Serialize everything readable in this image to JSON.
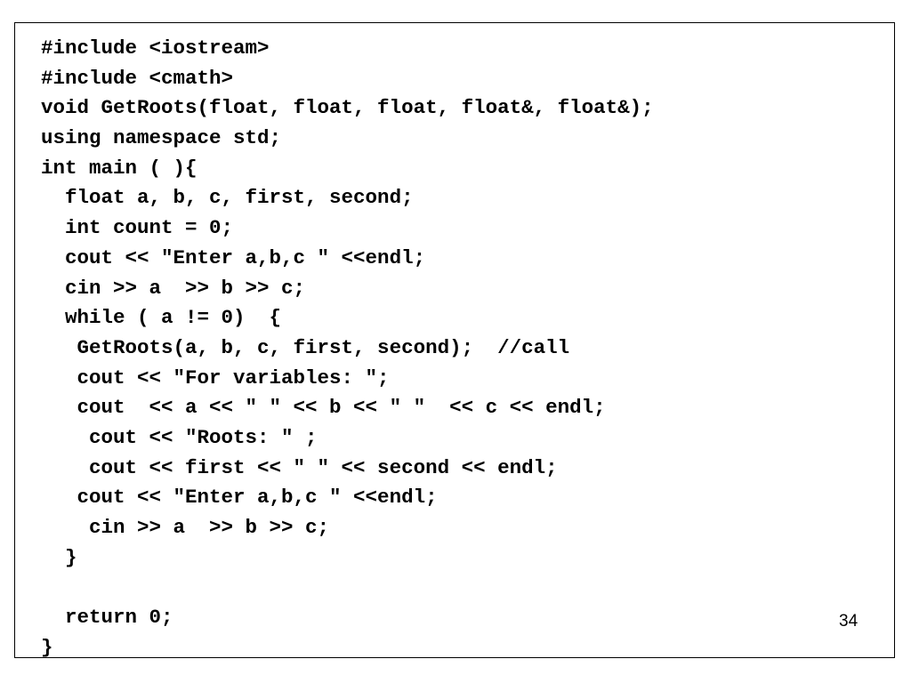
{
  "slide": {
    "code_lines": [
      "#include <iostream>",
      "#include <cmath>",
      "void GetRoots(float, float, float, float&, float&);",
      "using namespace std;",
      "int main ( ){",
      "  float a, b, c, first, second;",
      "  int count = 0;",
      "  cout << \"Enter a,b,c \" <<endl;",
      "  cin >> a  >> b >> c;",
      "  while ( a != 0)  {",
      "   GetRoots(a, b, c, first, second);  //call",
      "   cout << \"For variables: \";",
      "   cout  << a << \" \" << b << \" \"  << c << endl;",
      "    cout << \"Roots: \" ;",
      "    cout << first << \" \" << second << endl;",
      "   cout << \"Enter a,b,c \" <<endl;",
      "    cin >> a  >> b >> c;",
      "  }",
      "",
      "  return 0;",
      "}"
    ],
    "page_number": "34"
  }
}
